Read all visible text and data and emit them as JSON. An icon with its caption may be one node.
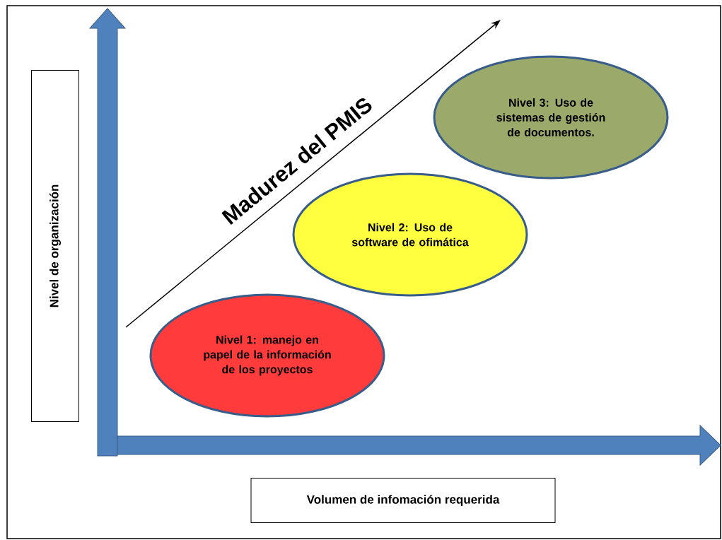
{
  "diagram": {
    "nodes": [
      {
        "text": [
          "Nivel 3:  Uso de sistemas de gestión de documentos."
        ]
      },
      {
        "text": [
          "Nivel 2:  Uso de software de ofimática"
        ]
      },
      {
        "text": [
          "Nivel 1:  manejo en papel de la información de los proyectos"
        ]
      },
      {
        "text": [
          "Nivel de organización"
        ]
      },
      {
        "text": [
          "Volumen de infomación requerida"
        ]
      }
    ],
    "labels": [
      "Madurez del PMIS"
    ]
  }
}
